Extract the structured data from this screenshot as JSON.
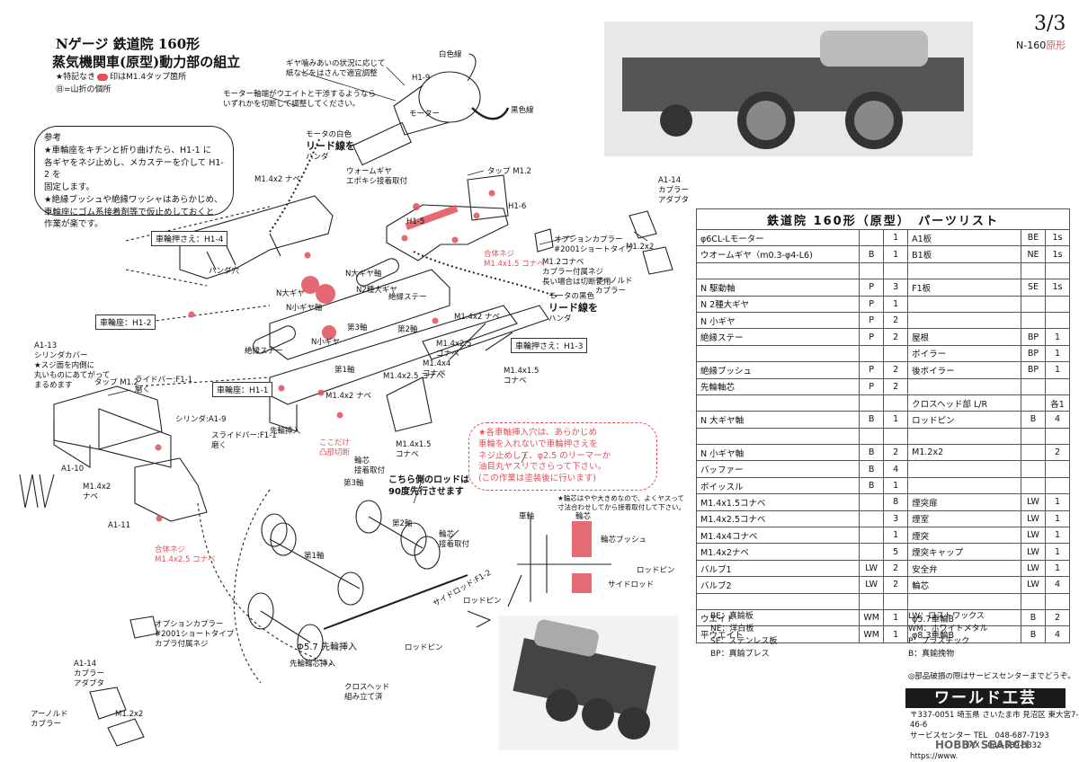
{
  "header": {
    "title_line1": "Nゲージ 鉄道院 160形",
    "title_line2": "蒸気機関車(原型)動力部の組立",
    "legend_tap": "★特記なき",
    "legend_tap2": "印はM1.4タップ箇所",
    "legend_fold": "㊐=山折の個所",
    "page": "3/3",
    "model_no": "N-160",
    "model_suffix": "原形"
  },
  "note": {
    "heading": "参考",
    "lines": [
      "★車輪座をキチンと折り曲げたら、H1-1 に",
      "各ギヤをネジ止めし、メカステーを介して H1-2 を",
      "固定します。",
      "★絶縁ブッシュや絶縁ワッシャはあらかじめ、",
      "車輪座にゴム系接着剤等で仮止めしておくと",
      "作業が楽です。"
    ]
  },
  "callouts": {
    "gear_note": [
      "ギヤ噛みあいの状況に応じて",
      "紙などをはさんで適宜調整"
    ],
    "motor_shaft": [
      "モーター軸端がウエイトと干渉するようなら",
      "いずれかを切断して調整してください。"
    ],
    "motor_white": [
      "モータの白色",
      "リード線を",
      "ハンダ"
    ],
    "worm": [
      "ウォームギヤ",
      "エポキシ接着取付"
    ],
    "white_wire": "白色線",
    "black_wire": "黒色線",
    "motor": "モーター",
    "h19": "H1-9",
    "tap": "タップ M1.2",
    "h15": "H1-5",
    "h16": "H1-6",
    "a114_top": [
      "A1-14",
      "カプラー",
      "アダプタ"
    ],
    "option_coupler": [
      "オプションカプラー",
      "#2001ショートタイプ"
    ],
    "m12": [
      "M1.2コナベ",
      "カプラー付属ネジ",
      "長い場合は切断使用"
    ],
    "arnold_top": [
      "アーノルド",
      "カプラー"
    ],
    "m12x2_top": "M1.2x2",
    "motor_black": [
      "モータの黒色",
      "リード線を",
      "ハンダ"
    ],
    "gousei_top": [
      "合体ネジ",
      "M1.4x1.5 コナベ"
    ],
    "m14x2_top": "M1.4x2 ナベ",
    "wheel_press_h14": "車輪押さえ：H1-4",
    "wheel_seat_h12": "車輪座：H1-2",
    "wheel_press_h13": "車輪押さえ：H1-3",
    "wheel_seat_h11": "車輪座：H1-1",
    "handa": "ハンダ穴",
    "gears": [
      "N大ギヤ軸",
      "N大ギヤ",
      "N小ギヤ軸",
      "N小ギヤ",
      "N2種大ギヤ"
    ],
    "zetsuen_stay": "絶縁ステー",
    "a113": [
      "A1-13",
      "シリンダカバー",
      "★スジ面を内側に",
      "丸いものにあてがって",
      "まるめます"
    ],
    "tap2": "タップ M1.2",
    "slide1": [
      "ライドバー:F1-1",
      "磨く"
    ],
    "cylinder": "シリンダ:A1-9",
    "slide2": [
      "スライドバー:F1-1",
      "磨く"
    ],
    "sensha": "先輪挿入",
    "kokodake": [
      "ここだけ",
      "凸部切断"
    ],
    "a110": "A1-10",
    "m14x2_left": [
      "M1.4x2",
      "ナベ"
    ],
    "a111": "A1-11",
    "gousei_bottom": [
      "合体ネジ",
      "M1.4x2.5 コナベ"
    ],
    "screws": [
      "M1.4x2.5",
      "コナベ",
      "M1.4x4",
      "コナベ",
      "M1.4x1.5",
      "コナベ",
      "M1.4x2 ナベ",
      "M1.4x2.5 コナベ"
    ],
    "axles": [
      "第1軸",
      "第2軸",
      "第3軸"
    ],
    "rod_note": [
      "こちら側のロッドは",
      "90度先行させます"
    ],
    "wheel_core": [
      "輪芯",
      "接着取付"
    ],
    "red_note": [
      "★各車軸挿入穴は、あらかじめ",
      "車輪を入れないで車輪押さえを",
      "ネジ止めして、φ2.5 のリーマーか",
      "油目丸ヤスリでさらって下さい。",
      "(この作業は塗装後に行います)"
    ],
    "small_note": [
      "★輪芯はやや大きめなので、よくヤスって",
      "寸法合わせしてから接着取付して下さい。"
    ],
    "detail_labels": [
      "車軸",
      "輪芯",
      "輪芯ブッシュ",
      "ロッドピン",
      "サイドロッド"
    ],
    "sideroad": [
      "サイドロッド:F1-2",
      "ロッドピン"
    ],
    "phi57": "Φ5.7 先輪挿入",
    "sensha_core": "先輪輪芯挿入",
    "crosshead": [
      "クロスヘッド",
      "組み立て済"
    ],
    "option_coupler2": [
      "オプションカプラー",
      "#2001ショートタイプ",
      "カプラ付属ネジ"
    ],
    "a114_bottom": [
      "A1-14",
      "カプラー",
      "アダプタ"
    ],
    "m12x2_bottom": "M1.2x2",
    "arnold_bottom": [
      "アーノルド",
      "カプラー"
    ]
  },
  "parts_table": {
    "title": "鉄道院 160形（原型）　パーツリスト",
    "rows": [
      [
        "φ6CL-Lモーター",
        "",
        "1",
        "A1板",
        "BE",
        "1s"
      ],
      [
        "ウオームギヤ（m0.3-φ4-L6)",
        "B",
        "1",
        "B1板",
        "NE",
        "1s"
      ],
      [
        "",
        "",
        "",
        "",
        "",
        ""
      ],
      [
        "N 駆動軸",
        "P",
        "3",
        "F1板",
        "SE",
        "1s"
      ],
      [
        "N 2種大ギヤ",
        "P",
        "1",
        "",
        "",
        ""
      ],
      [
        "N 小ギヤ",
        "P",
        "2",
        "",
        "",
        ""
      ],
      [
        "絶縁ステー",
        "P",
        "2",
        "屋根",
        "BP",
        "1"
      ],
      [
        "",
        "",
        "",
        "ボイラー",
        "BP",
        "1"
      ],
      [
        "絶縁ブッシュ",
        "P",
        "2",
        "後ボイラー",
        "BP",
        "1"
      ],
      [
        "先輪軸芯",
        "P",
        "2",
        "",
        "",
        ""
      ],
      [
        "",
        "",
        "",
        "クロスヘッド部 L/R",
        "",
        "各1"
      ],
      [
        "N 大ギヤ軸",
        "B",
        "1",
        "ロッドピン",
        "B",
        "4"
      ],
      [
        "",
        "",
        "",
        "",
        "",
        ""
      ],
      [
        "N 小ギヤ軸",
        "B",
        "2",
        "M1.2x2",
        "",
        "2"
      ],
      [
        "バッファー",
        "B",
        "4",
        "",
        "",
        ""
      ],
      [
        "ボイッスル",
        "B",
        "1",
        "",
        "",
        ""
      ],
      [
        "M1.4x1.5コナベ",
        "",
        "8",
        "煙突扉",
        "LW",
        "1"
      ],
      [
        "M1.4x2.5コナベ",
        "",
        "3",
        "煙室",
        "LW",
        "1"
      ],
      [
        "M1.4x4コナベ",
        "",
        "1",
        "煙突",
        "LW",
        "1"
      ],
      [
        "M1.4x2ナベ",
        "",
        "5",
        "煙突キャップ",
        "LW",
        "1"
      ],
      [
        "バルブ1",
        "LW",
        "2",
        "安全弁",
        "LW",
        "1"
      ],
      [
        "バルブ2",
        "LW",
        "2",
        "輪芯",
        "LW",
        "4"
      ],
      [
        "",
        "",
        "",
        "",
        "",
        ""
      ],
      [
        "ウエイト",
        "WM",
        "1",
        "φ5.7車輪B",
        "B",
        "2"
      ],
      [
        "平ウエイト",
        "WM",
        "1",
        "φ8.3車輪B",
        "B",
        "4"
      ]
    ]
  },
  "material_legend": {
    "left": [
      "BE：真鍮板",
      "NE：洋白板",
      "SE：ステンレス板",
      "BP：真鍮プレス"
    ],
    "right": [
      "LW：ロストワックス",
      "WM：ホワイトメタル",
      "P：プラスチック",
      "B：真鍮挽物"
    ]
  },
  "footer": {
    "notice": "◎部品破損の際はサービスセンターまでどうぞ。",
    "brand": "ワールド工芸",
    "address": "〒337-0051 埼玉県 さいたま市 見沼区 東大宮7-46-6",
    "tel": "サービスセンター TEL　048-687-7193",
    "fax": "FAX　048-689-3332",
    "url": "https://www.",
    "watermark": "HOBBY SEARCH"
  },
  "colors": {
    "accent_red": "#e0505a",
    "photo_gray": "#cfcfcf"
  }
}
